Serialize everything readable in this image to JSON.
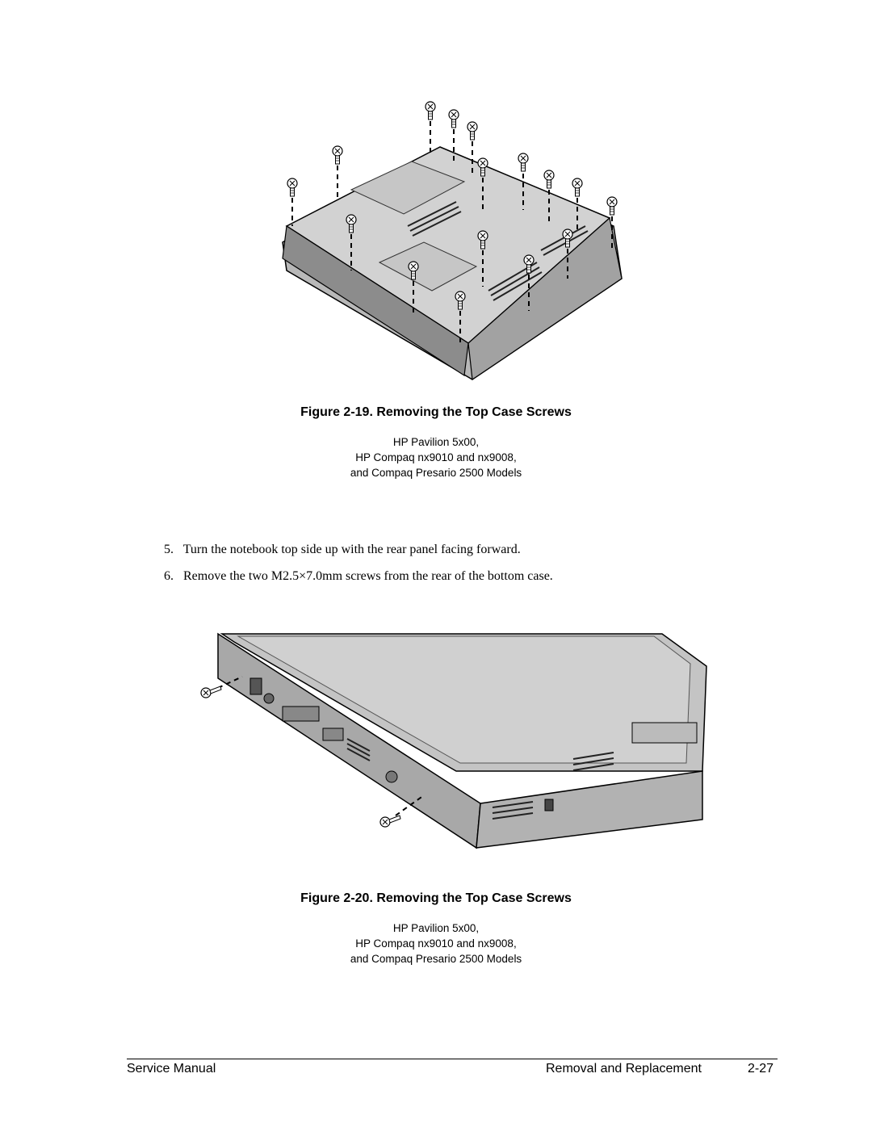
{
  "figure1": {
    "caption": "Figure 2-19. Removing the Top Case Screws",
    "models": [
      "HP Pavilion 5x00,",
      "HP Compaq nx9010 and nx9008,",
      "and Compaq Presario 2500 Models"
    ]
  },
  "steps": [
    {
      "num": "5.",
      "text": "Turn the notebook top side up with the rear panel facing forward."
    },
    {
      "num": "6.",
      "text": "Remove the two M2.5×7.0mm screws from the rear of the bottom case."
    }
  ],
  "figure2": {
    "caption": "Figure 2-20. Removing the Top Case Screws",
    "models": [
      "HP Pavilion 5x00,",
      "HP Compaq nx9010 and nx9008,",
      "and Compaq Presario 2500 Models"
    ]
  },
  "footer": {
    "left": "Service Manual",
    "section": "Removal and Replacement",
    "page": "2-27"
  }
}
